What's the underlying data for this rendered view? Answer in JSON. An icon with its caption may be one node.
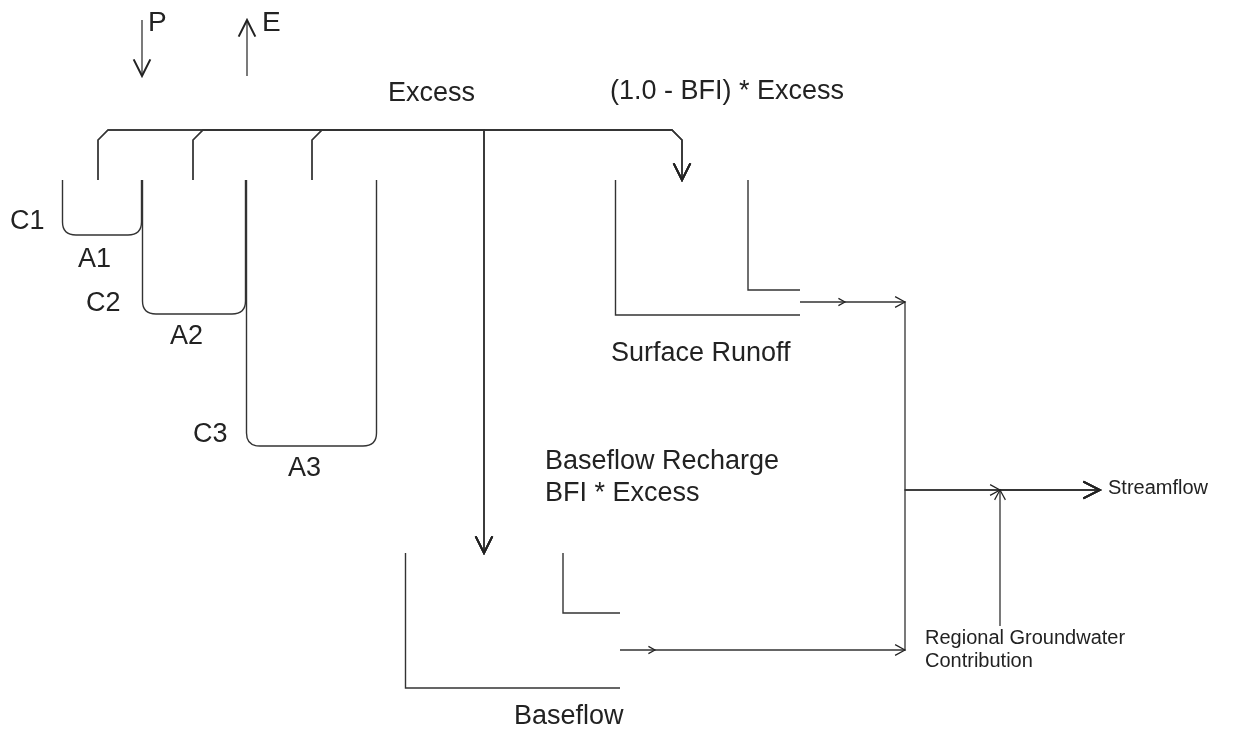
{
  "diagram": {
    "nodes": [
      {
        "text": [
          "P"
        ]
      },
      {
        "text": [
          "E"
        ]
      },
      {
        "text": [],
        "shape": "bucket",
        "beside": [
          "C1",
          "A1"
        ]
      },
      {
        "text": [],
        "shape": "bucket",
        "beside": [
          "C2",
          "A2"
        ]
      },
      {
        "text": [],
        "shape": "bucket",
        "beside": [
          "C3",
          "A3"
        ]
      },
      {
        "text": [],
        "shape": "tank",
        "beside": [
          "Surface Runoff"
        ]
      },
      {
        "text": [],
        "shape": "tank",
        "beside": [
          "Baseflow"
        ]
      },
      {
        "text": [
          "Streamflow"
        ]
      },
      {
        "text": [
          "Regional Groundwater Contribution"
        ]
      }
    ],
    "edges": [
      {
        "from": 0,
        "to": null,
        "arrow": "to"
      },
      {
        "from": null,
        "to": 1,
        "arrow": "to"
      },
      {
        "from": 2,
        "to": 5,
        "arrow": "to"
      },
      {
        "from": 3,
        "to": 5,
        "arrow": "to"
      },
      {
        "from": 4,
        "to": 5,
        "arrow": "to"
      },
      {
        "from": 2,
        "to": 6,
        "arrow": "to"
      },
      {
        "from": 3,
        "to": 6,
        "arrow": "to"
      },
      {
        "from": 4,
        "to": 6,
        "arrow": "to"
      },
      {
        "from": 5,
        "to": 7,
        "arrow": "to"
      },
      {
        "from": 6,
        "to": 7,
        "arrow": "to"
      },
      {
        "from": 8,
        "to": 7,
        "arrow": "to"
      }
    ],
    "labels": [
      "Excess",
      "(1.0 - BFI) * Excess",
      "Baseflow Recharge BFI * Excess"
    ]
  }
}
